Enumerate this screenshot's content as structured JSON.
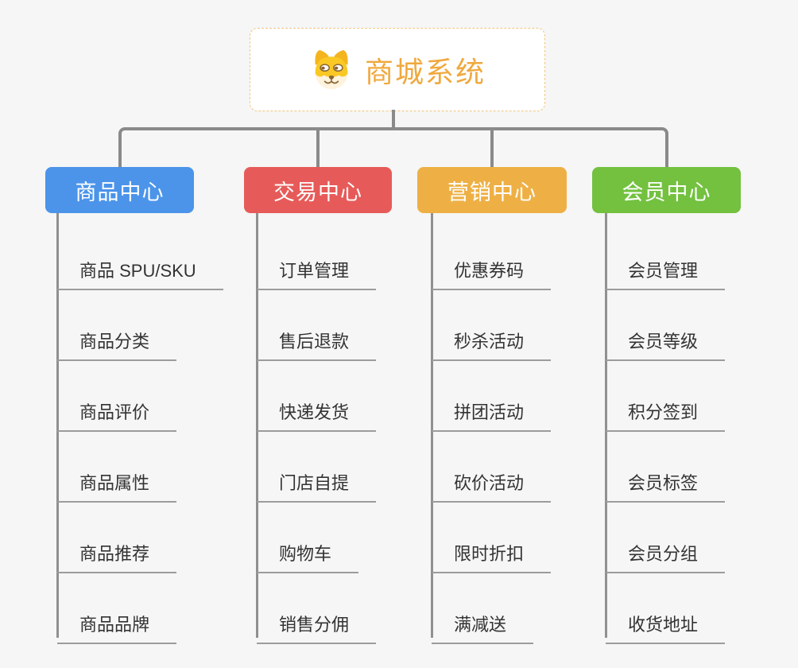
{
  "root": {
    "title": "商城系统",
    "icon": "shiba-dog-icon",
    "title_color": "#f0a83d",
    "border_color": "#f2c57f"
  },
  "connector_color": "#8a8a8a",
  "branches": [
    {
      "label": "商品中心",
      "color": "#4b94ea",
      "children": [
        "商品 SPU/SKU",
        "商品分类",
        "商品评价",
        "商品属性",
        "商品推荐",
        "商品品牌"
      ]
    },
    {
      "label": "交易中心",
      "color": "#e65b59",
      "children": [
        "订单管理",
        "售后退款",
        "快递发货",
        "门店自提",
        "购物车",
        "销售分佣"
      ]
    },
    {
      "label": "营销中心",
      "color": "#eeb045",
      "children": [
        "优惠券码",
        "秒杀活动",
        "拼团活动",
        "砍价活动",
        "限时折扣",
        "满减送"
      ]
    },
    {
      "label": "会员中心",
      "color": "#73c13f",
      "children": [
        "会员管理",
        "会员等级",
        "积分签到",
        "会员标签",
        "会员分组",
        "收货地址"
      ]
    }
  ]
}
